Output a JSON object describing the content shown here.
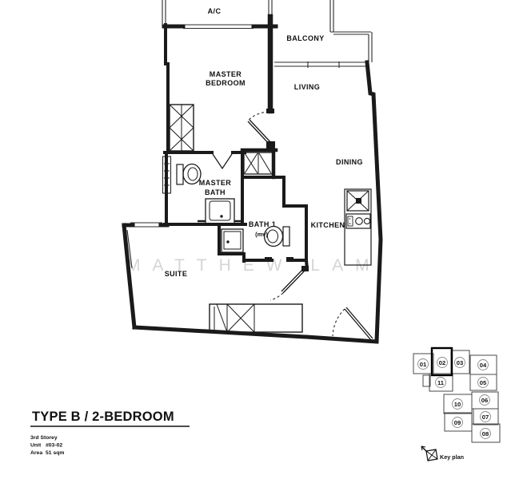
{
  "rooms": {
    "ac": "A/C",
    "balcony": "BALCONY",
    "master_bedroom_line1": "MASTER",
    "master_bedroom_line2": "BEDROOM",
    "living": "LIVING",
    "dining": "DINING",
    "master_bath_line1": "MASTER",
    "master_bath_line2": "BATH",
    "bath1": "BATH 1",
    "bath1_note": "(mv)",
    "kitchen": "KITCHEN",
    "suite": "SUITE"
  },
  "watermark": {
    "text": "MATTHEW LAM"
  },
  "title_block": {
    "title": "TYPE B / 2-BEDROOM",
    "storey": "3rd Storey",
    "unit_label": "Unit",
    "unit_value": "#03-02",
    "area_label": "Area",
    "area_value": "51 sqm"
  },
  "key_plan": {
    "label": "Key plan",
    "highlighted_unit": "02",
    "units": [
      "01",
      "02",
      "03",
      "04",
      "05",
      "06",
      "07",
      "08",
      "09",
      "10",
      "11"
    ]
  },
  "colors": {
    "ink": "#111111",
    "wall": "#1a1a1a",
    "keyplan_line": "#4a4a4a",
    "watermark": "#cbcbcb"
  }
}
